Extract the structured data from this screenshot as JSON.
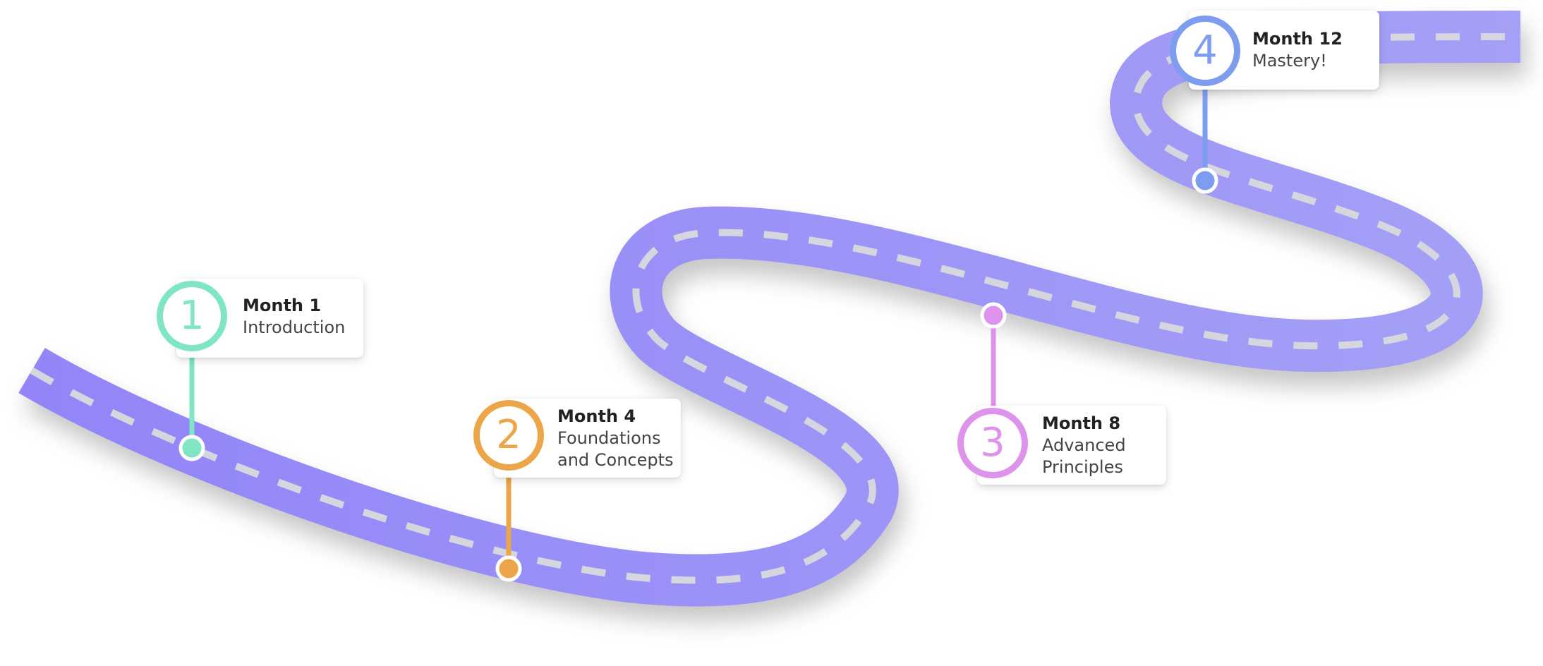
{
  "milestones": [
    {
      "number": "1",
      "title": "Month 1",
      "description": "Introduction",
      "color": "#7FE5C4"
    },
    {
      "number": "2",
      "title": "Month 4",
      "description": "Foundations and Concepts",
      "color": "#ECA649"
    },
    {
      "number": "3",
      "title": "Month 8",
      "description": "Advanced Principles",
      "color": "#DD92EC"
    },
    {
      "number": "4",
      "title": "Month 12",
      "description": "Mastery!",
      "color": "#7E9DF1"
    }
  ],
  "colors": {
    "road": "#9A90FA",
    "road_dash": "#D6D6DE",
    "shadow": "#B8B8C4"
  }
}
